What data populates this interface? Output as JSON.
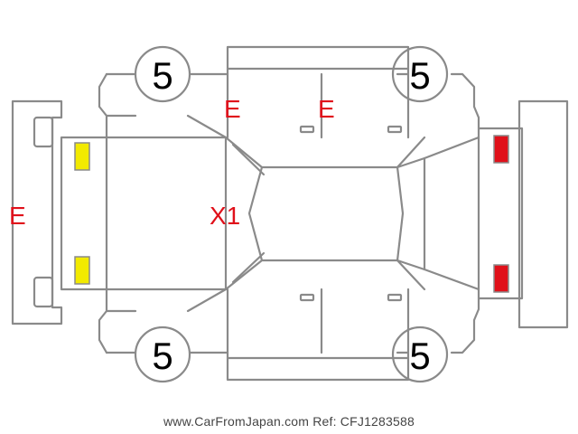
{
  "tire_grades": {
    "front_left": "5",
    "front_right": "5",
    "rear_left": "5",
    "rear_right": "5"
  },
  "damage_marks": {
    "upper_front_door": "E",
    "upper_rear_door": "E",
    "rear_bumper": "E",
    "hood": "X1"
  },
  "colors": {
    "outline": "#8a8a8a",
    "mark_red": "#e0101a",
    "headlight_yellow": "#f2ea00",
    "taillight_red": "#e0101a"
  },
  "footer": {
    "text": "www.CarFromJapan.com Ref: CFJ1283588"
  }
}
